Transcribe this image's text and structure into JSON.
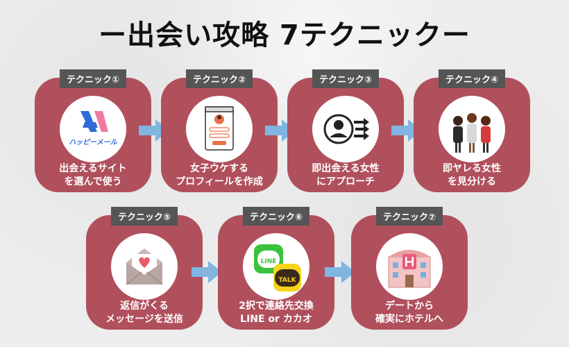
{
  "title": "ー出会い攻略 7テクニックー",
  "techniques": [
    {
      "tag": "テクニック①",
      "line1": "出会えるサイト",
      "line2": "を選んで使う",
      "icon": "happy-mail-logo-icon",
      "icon_text": "ハッピーメール"
    },
    {
      "tag": "テクニック②",
      "line1": "女子ウケする",
      "line2": "プロフィールを作成",
      "icon": "profile-page-icon"
    },
    {
      "tag": "テクニック③",
      "line1": "即出会える女性",
      "line2": "にアプローチ",
      "icon": "person-approach-icon"
    },
    {
      "tag": "テクニック④",
      "line1": "即ヤレる女性",
      "line2": "を見分ける",
      "icon": "women-group-icon"
    },
    {
      "tag": "テクニック⑤",
      "line1": "返信がくる",
      "line2": "メッセージを送信",
      "icon": "envelope-heart-icon"
    },
    {
      "tag": "テクニック⑥",
      "line1": "2択で連絡先交換",
      "line2": "LINE or カカオ",
      "icon": "line-talk-icon",
      "line_text": "LINE",
      "talk_text": "TALK"
    },
    {
      "tag": "テクニック⑦",
      "line1": "デートから",
      "line2": "確実にホテルへ",
      "icon": "hotel-icon"
    }
  ],
  "colors": {
    "card": "#b0505c",
    "tag": "#555555",
    "arrow": "#7fb5e0",
    "line_green": "#3ac23c",
    "kakao_yellow": "#f7d31c"
  }
}
